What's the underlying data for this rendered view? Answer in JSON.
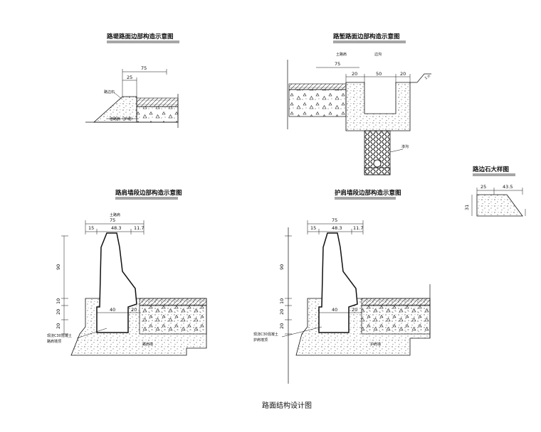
{
  "main_title": "路面结构设计图",
  "panels": {
    "embankment": {
      "title": "路堤路面边部构造示意图",
      "dims": {
        "total": "75",
        "left": "25"
      },
      "labels": {
        "curb": "路边石",
        "soil": "培路肩（护坡）"
      }
    },
    "cutting": {
      "title": "路堑路面边部构造示意图",
      "labels": {
        "shoulder": "土路肩",
        "ditch": "边沟",
        "drain": "渗沟",
        "slope": "1:n"
      },
      "dims": {
        "total": "75",
        "a": "20",
        "b": "50",
        "c": "20"
      }
    },
    "curb_detail": {
      "title": "路边石大样图",
      "dims": {
        "top_left": "25",
        "top_right": "43.5",
        "height": "31"
      }
    },
    "wall_left": {
      "title": "路肩墙段边部构造示意图",
      "labels": {
        "shoulder": "土路肩",
        "concrete_line1": "现浇C30混凝土",
        "concrete_line2": "路肩墙顶",
        "wall": "路肩墙"
      },
      "dims": {
        "total": "75",
        "d1": "15",
        "d2": "48.3",
        "d3": "11.7",
        "h1": "90",
        "h2": "10",
        "h3": "20",
        "h4": "20",
        "w1": "40",
        "w2": "20"
      }
    },
    "wall_right": {
      "title": "护肩墙段边部构造示意图",
      "labels": {
        "concrete_line1": "现浇C30混凝土",
        "concrete_line2": "护肩墙顶",
        "wall": "护肩墙"
      },
      "dims": {
        "total": "75",
        "d1": "15",
        "d2": "48.3",
        "d3": "11.7",
        "h1": "90",
        "h2": "10",
        "h3": "20",
        "h4": "20",
        "w1": "40",
        "w2": "20"
      }
    }
  }
}
